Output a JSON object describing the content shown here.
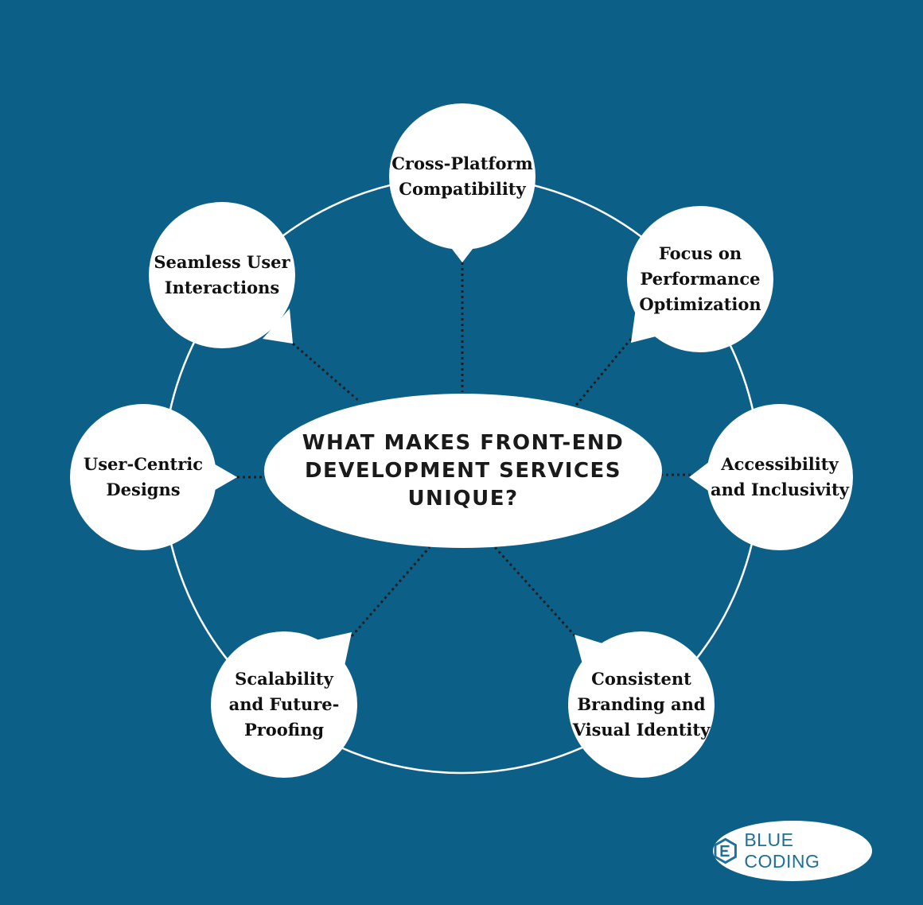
{
  "diagram": {
    "center_text": "WHAT MAKES FRONT-END\nDEVELOPMENT SERVICES\nUNIQUE?",
    "nodes": [
      {
        "label": "Cross-Platform\nCompatibility"
      },
      {
        "label": "Focus on\nPerformance\nOptimization"
      },
      {
        "label": "Accessibility\nand Inclusivity"
      },
      {
        "label": "Consistent\nBranding and\nVisual Identity"
      },
      {
        "label": "Scalability\nand Future-\nProofing"
      },
      {
        "label": "User-Centric\nDesigns"
      },
      {
        "label": "Seamless User\nInteractions"
      }
    ]
  },
  "brand": {
    "name": "BLUE CODING",
    "icon": "blue-coding-logo-icon"
  },
  "colors": {
    "background": "#0c6087",
    "bubble": "#ffffff",
    "connector": "#1f1f1f",
    "brand_text": "#1e6f9a"
  }
}
